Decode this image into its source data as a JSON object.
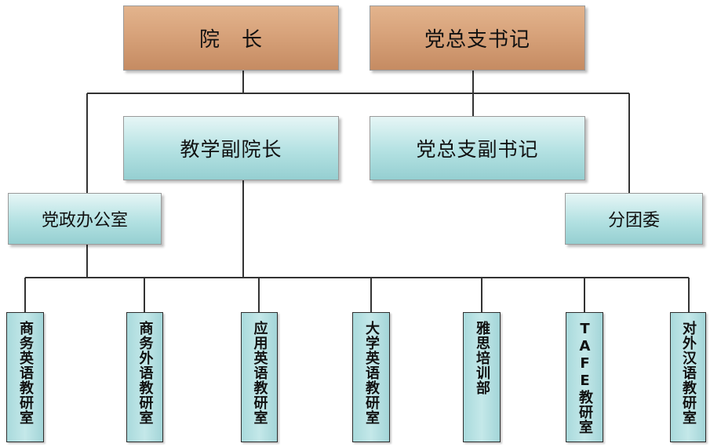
{
  "leaders": {
    "dean": "院　长",
    "party_secretary": "党总支书记"
  },
  "deputies": {
    "vice_dean": "教学副院长",
    "deputy_party_secretary": "党总支副书记"
  },
  "offices": {
    "admin_office": "党政办公室",
    "youth_league": "分团委"
  },
  "departments": [
    {
      "label": "商务英语教研室"
    },
    {
      "label": "商务外语教研室"
    },
    {
      "label": "应用英语教研室"
    },
    {
      "label": "大学英语教研室"
    },
    {
      "label": "雅思培训部"
    },
    {
      "label": "TAFE教研室"
    },
    {
      "label": "对外汉语教研室"
    }
  ],
  "colors": {
    "leader_fill": "#d7a27a",
    "deputy_fill": "#b3e1e2",
    "department_fill": "#b7e0e1",
    "connector": "#333333"
  }
}
